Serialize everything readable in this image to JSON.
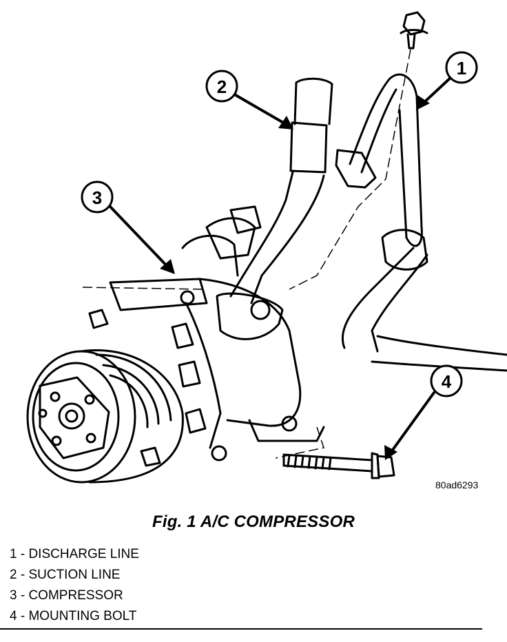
{
  "figure": {
    "figure_id": "80ad6293",
    "caption": "Fig. 1 A/C COMPRESSOR"
  },
  "callouts": [
    {
      "number": "1"
    },
    {
      "number": "2"
    },
    {
      "number": "3"
    },
    {
      "number": "4"
    }
  ],
  "legend": [
    {
      "text": "1 - DISCHARGE LINE"
    },
    {
      "text": "2 - SUCTION LINE"
    },
    {
      "text": "3 - COMPRESSOR"
    },
    {
      "text": "4 - MOUNTING BOLT"
    }
  ],
  "colors": {
    "ink": "#000000",
    "paper": "#ffffff"
  }
}
